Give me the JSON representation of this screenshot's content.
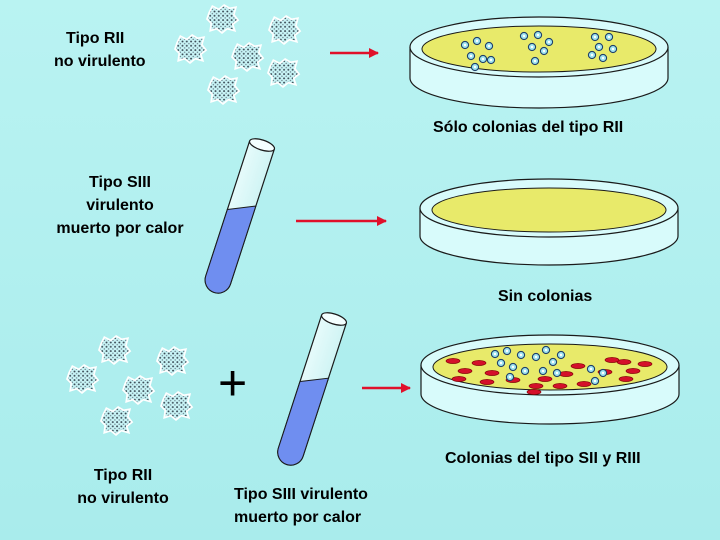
{
  "rows": [
    {
      "source_label_line1": "Tipo RII",
      "source_label_line2": "no virulento",
      "result_label": "Sólo colonias del tipo RII"
    },
    {
      "source_label_line1": "Tipo SIII",
      "source_label_line2": "virulento",
      "source_label_line3": "muerto por calor",
      "result_label": "Sin colonias"
    },
    {
      "mix_label_a_line1": "Tipo RII",
      "mix_label_a_line2": "no virulento",
      "mix_label_b_line1": "Tipo SIII virulento",
      "mix_label_b_line2": "muerto por calor",
      "plus_sign": "+",
      "result_label": "Colonias del tipo SII y RIII"
    }
  ],
  "colors": {
    "background": "#b3f0ef",
    "arrow": "#e0102a",
    "agar": "#e8ea6a",
    "dish": "#d8fbfb",
    "tube_liquid": "#6f8ef0",
    "rough_colony": "#9fe4ef",
    "smooth_colony": "#d4102a"
  }
}
